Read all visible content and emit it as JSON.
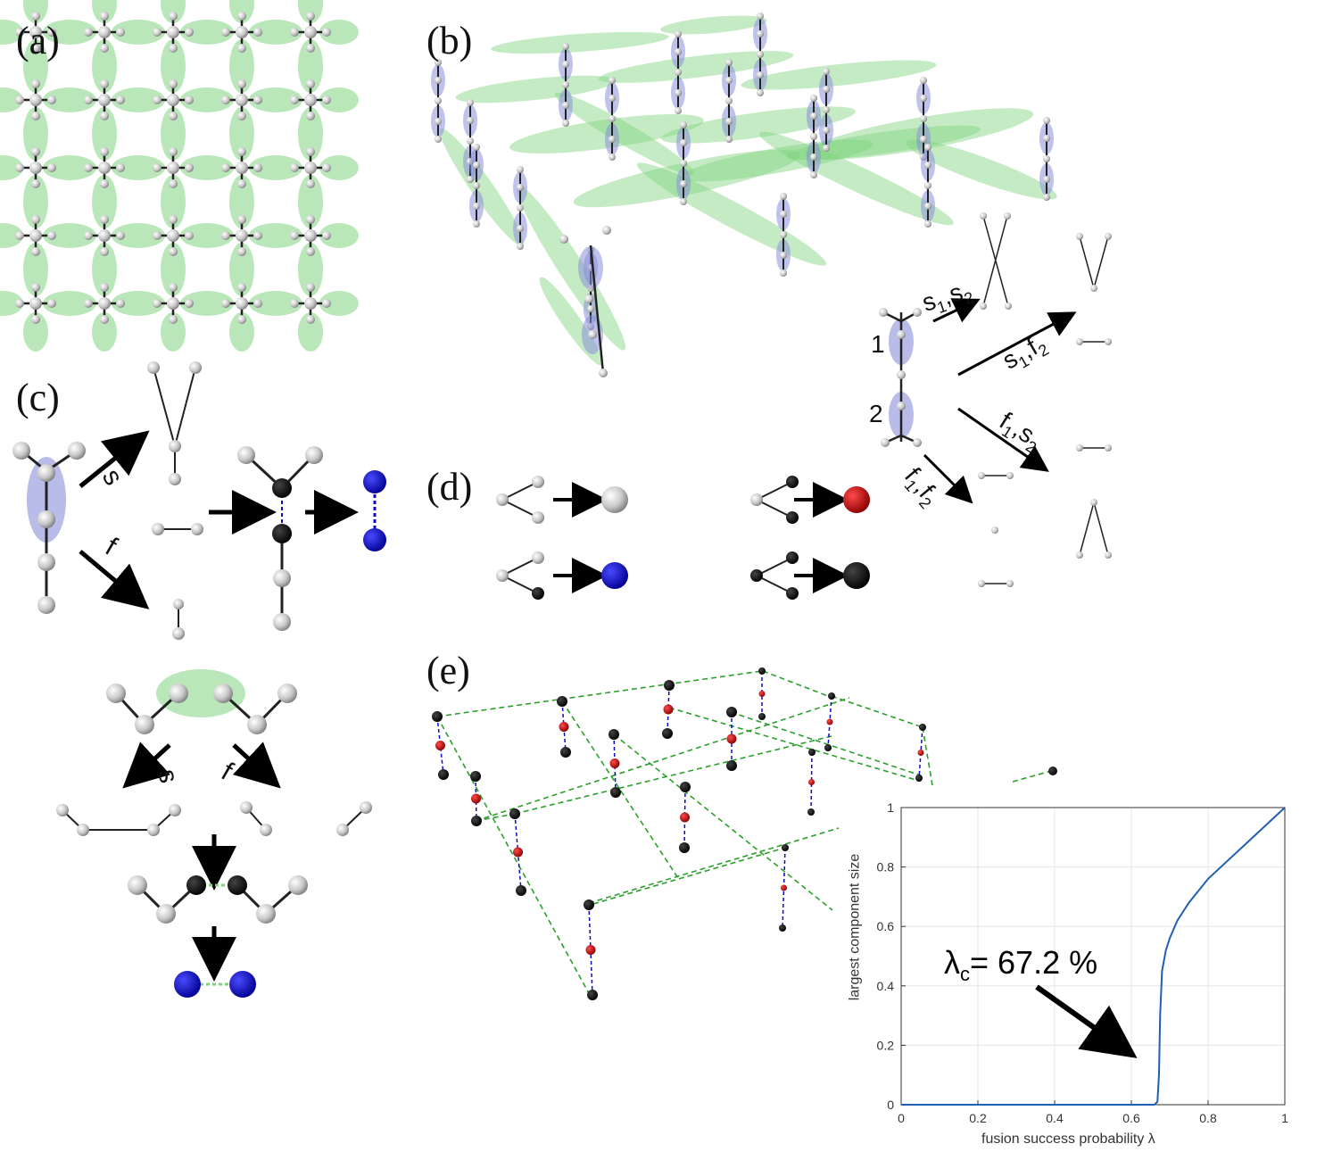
{
  "panels": {
    "a": "(a)",
    "b": "(b)",
    "c": "(c)",
    "d": "(d)",
    "e": "(e)"
  },
  "b_ops": {
    "node_1": "1",
    "node_2": "2",
    "s1s2": "s",
    "s1f2": "s",
    "f1s2": "f",
    "f1f2": "f"
  },
  "c_ops": {
    "s": "s",
    "f": "f"
  },
  "colors": {
    "fusion_green": "#7fd37f",
    "cluster_blue": "#8b8fd8",
    "node_gray": "#b9b9b9",
    "node_black": "#000000",
    "node_red": "#c80000",
    "node_blue": "#0a0ad0",
    "curve": "#1f5fb4"
  },
  "chart_data": {
    "type": "line",
    "xlabel": "fusion success probability   λ",
    "ylabel": "largest component size",
    "xlim": [
      0,
      1
    ],
    "ylim": [
      0,
      1
    ],
    "xticks": [
      "0",
      "0.2",
      "0.4",
      "0.6",
      "0.8",
      "1"
    ],
    "yticks": [
      "0",
      "0.2",
      "0.4",
      "0.6",
      "0.8",
      "1"
    ],
    "grid": true,
    "annotation": "λc= 67.2 %",
    "x": [
      0,
      0.66,
      0.668,
      0.672,
      0.675,
      0.68,
      0.69,
      0.7,
      0.72,
      0.75,
      0.8,
      0.85,
      0.9,
      0.95,
      1.0
    ],
    "y": [
      0,
      0,
      0.01,
      0.1,
      0.3,
      0.45,
      0.52,
      0.56,
      0.62,
      0.68,
      0.76,
      0.82,
      0.88,
      0.94,
      1.0
    ]
  }
}
